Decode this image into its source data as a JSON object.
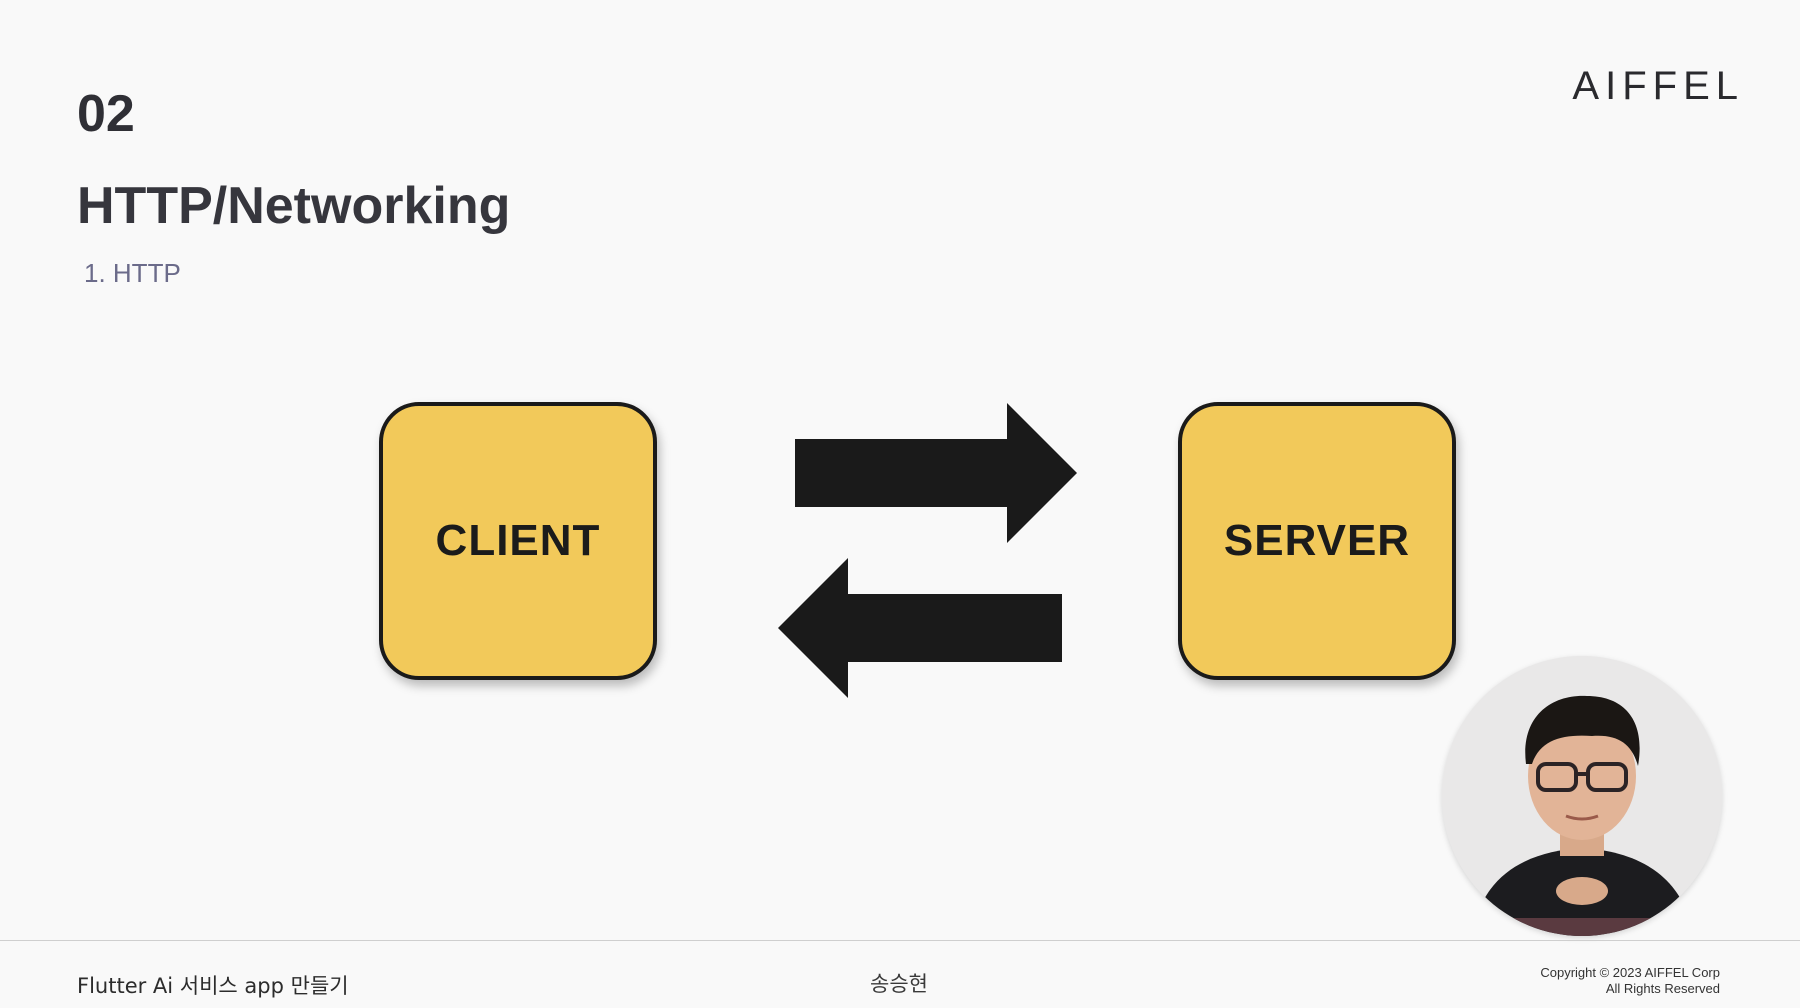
{
  "header": {
    "section_number": "02",
    "title": "HTTP/Networking",
    "subtitle": "1. HTTP",
    "logo_text": "AIFFEL"
  },
  "diagram": {
    "left_box_label": "CLIENT",
    "right_box_label": "SERVER",
    "box_color": "#f2c95a",
    "arrow_color": "#1a1a1a"
  },
  "footer": {
    "course_title": "Flutter Ai 서비스 app 만들기",
    "presenter_name": "송승현",
    "copyright_line1": "Copyright © 2023 AIFFEL Corp",
    "copyright_line2": "All Rights Reserved"
  }
}
